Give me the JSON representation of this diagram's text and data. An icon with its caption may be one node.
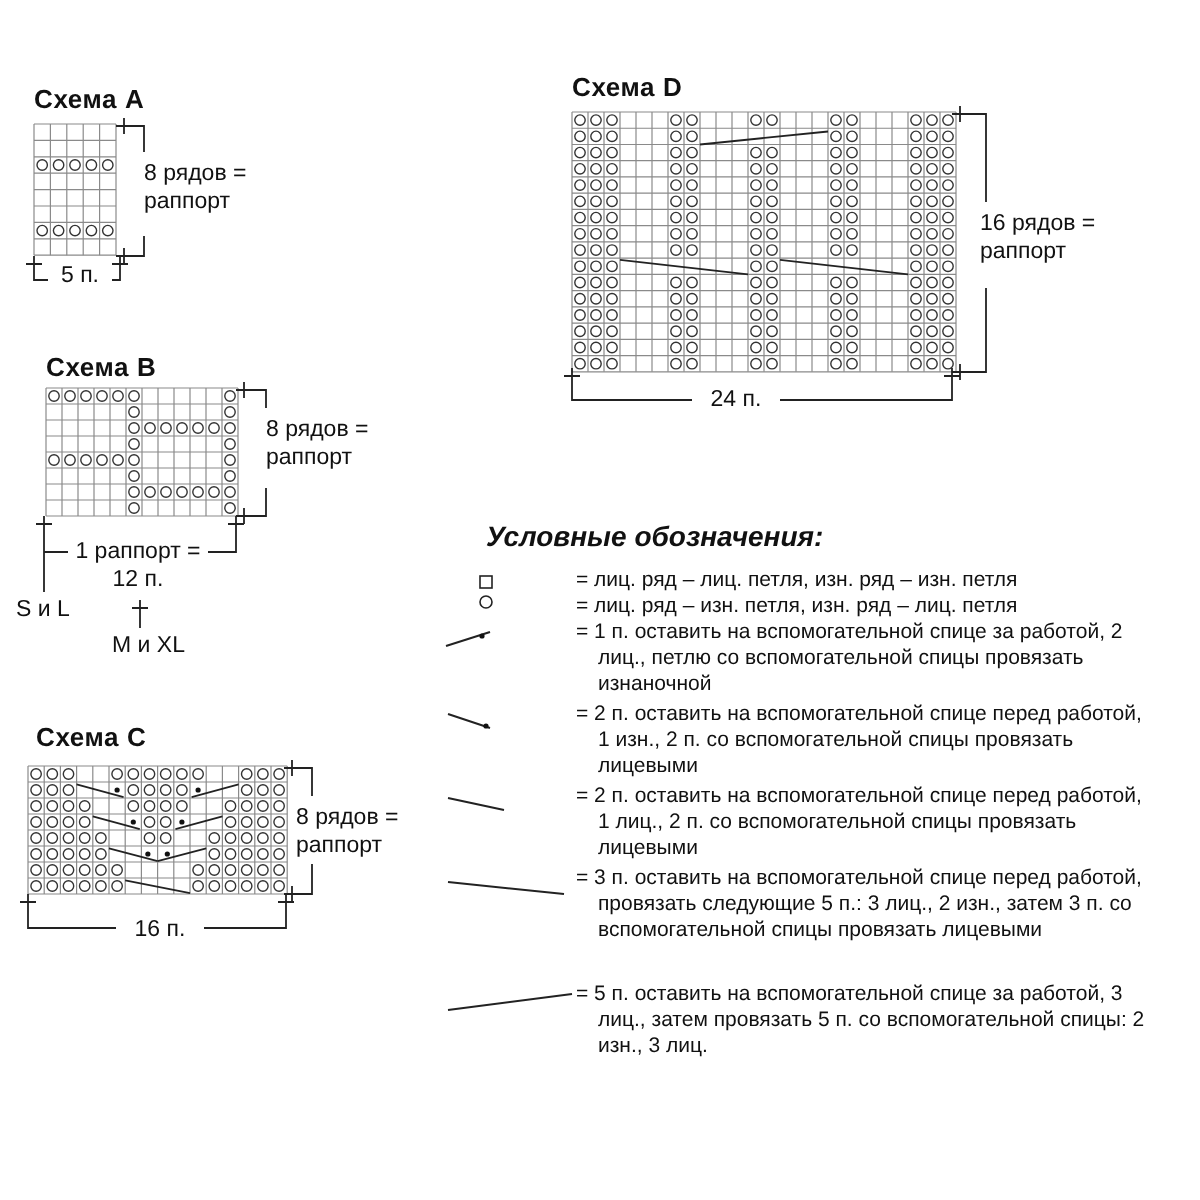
{
  "diagram": {
    "labels": [
      "Схема A",
      "8 рядов = раппорт",
      "5 п.",
      "Схема D",
      "16 рядов = раппорт",
      "24 п.",
      "Схема B",
      "8 рядов = раппорт",
      "1 раппорт = 12 п.",
      "S и L",
      "M и XL",
      "Условные обозначения:",
      "Схема C",
      "8 рядов = раппорт",
      "16 п."
    ],
    "legend": [
      {
        "text": "= лиц. ряд – лиц. петля, изн. ряд – изн. петля"
      },
      {
        "text": "= лиц. ряд – изн. петля, изн. ряд – лиц. петля"
      },
      {
        "text": "= 1 п. оставить на вспомогательной спице за работой, 2 лиц., петлю со вспомогательной спицы провязать изнаночной"
      },
      {
        "text": "= 2 п. оставить на вспомогательной спице перед работой, 1 изн., 2 п. со вспомогательной спицы провязать лицевыми"
      },
      {
        "text": "= 2 п. оставить на вспомогательной спице перед работой, 1 лиц., 2 п. со вспомогательной спицы провязать лицевыми"
      },
      {
        "text": "= 3 п. оставить на вспомогательной спице перед работой, провязать следующие 5 п.: 3 лиц., 2 изн., затем 3 п. со вспомогательной спицы провязать лицевыми"
      },
      {
        "text": "= 5 п. оставить на вспомогательной спице за работой, 3 лиц., затем провязать 5 п. со вспомогательной спицы: 2 изн., 3 лиц."
      }
    ]
  }
}
